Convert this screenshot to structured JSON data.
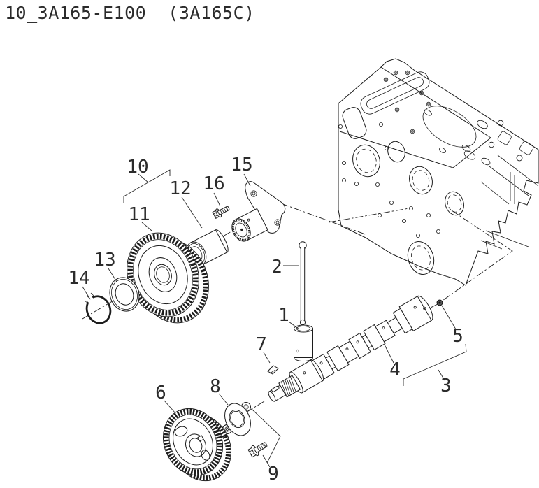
{
  "title": "10_3A165-E100  (3A165C)",
  "figure": {
    "type": "exploded-parts-diagram",
    "callouts": [
      {
        "num": "1"
      },
      {
        "num": "2"
      },
      {
        "num": "3"
      },
      {
        "num": "4"
      },
      {
        "num": "5"
      },
      {
        "num": "6"
      },
      {
        "num": "7"
      },
      {
        "num": "8"
      },
      {
        "num": "9"
      },
      {
        "num": "10"
      },
      {
        "num": "11"
      },
      {
        "num": "12"
      },
      {
        "num": "13"
      },
      {
        "num": "14"
      },
      {
        "num": "15"
      },
      {
        "num": "16"
      }
    ]
  }
}
